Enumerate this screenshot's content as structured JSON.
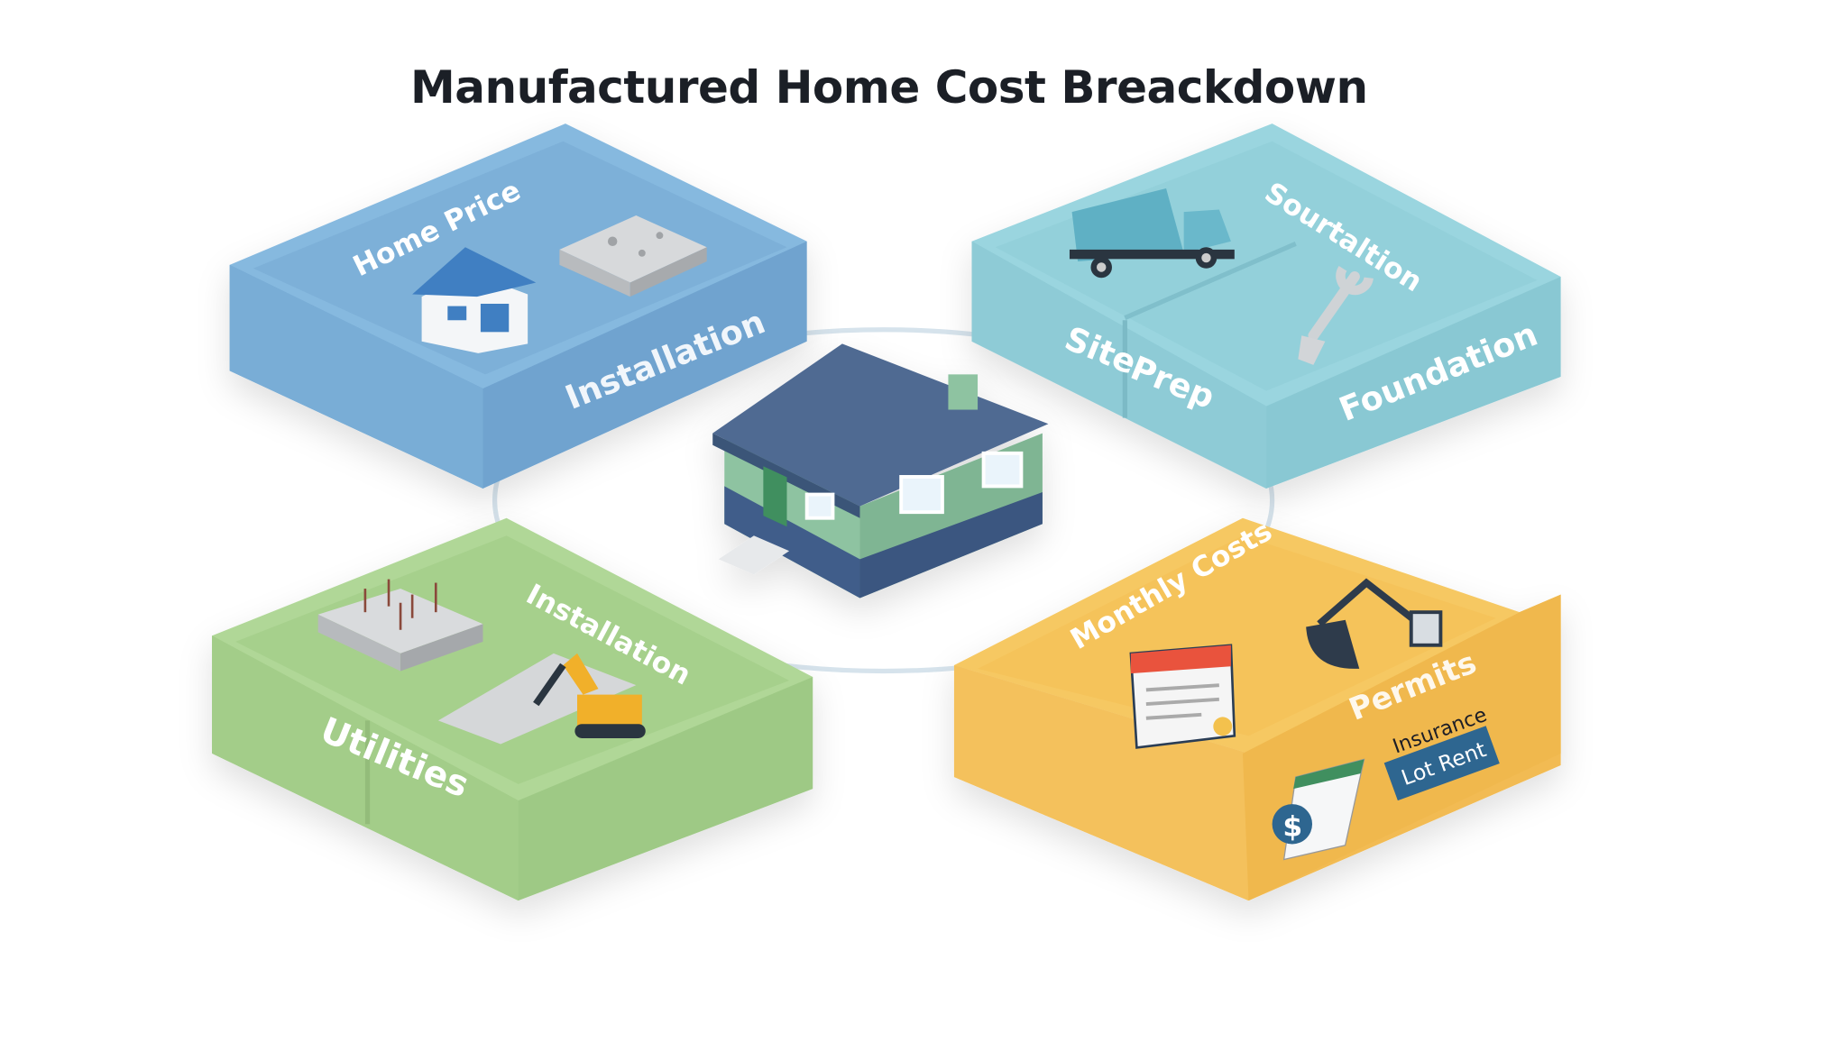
{
  "title": "Manufactured Home Cost Breackdown",
  "colors": {
    "blue_tile": "#7fb2d9",
    "teal_tile": "#94d1dc",
    "green_tile": "#a8d08d",
    "yellow_tile": "#f5c158",
    "house_roof": "#4f6a92",
    "house_wall": "#8fc4a0",
    "lot_rent_badge": "#2f6690"
  },
  "tiles": {
    "blue": {
      "top_label": "Home Price",
      "side_label": "Installation",
      "icons": [
        "house-icon",
        "concrete-slab-icon"
      ]
    },
    "teal": {
      "top_label": "Sourtaltion",
      "left_label": "Site",
      "right_label": "Prep",
      "side_label": "Foundation",
      "icons": [
        "truck-icon",
        "wrench-shovel-icon"
      ]
    },
    "green": {
      "top_label": "Installation",
      "side_label": "Utilities",
      "icons": [
        "rebar-slab-icon",
        "excavator-icon"
      ]
    },
    "yellow": {
      "top_label": "Monthly Costs",
      "side_label": "Permits",
      "insurance_label": "Insurance",
      "lot_rent_label": "Lot Rent",
      "icons": [
        "bill-calendar-icon",
        "excavator-arm-icon",
        "dollar-calendar-icon"
      ]
    }
  },
  "center_icon": "manufactured-home-icon"
}
